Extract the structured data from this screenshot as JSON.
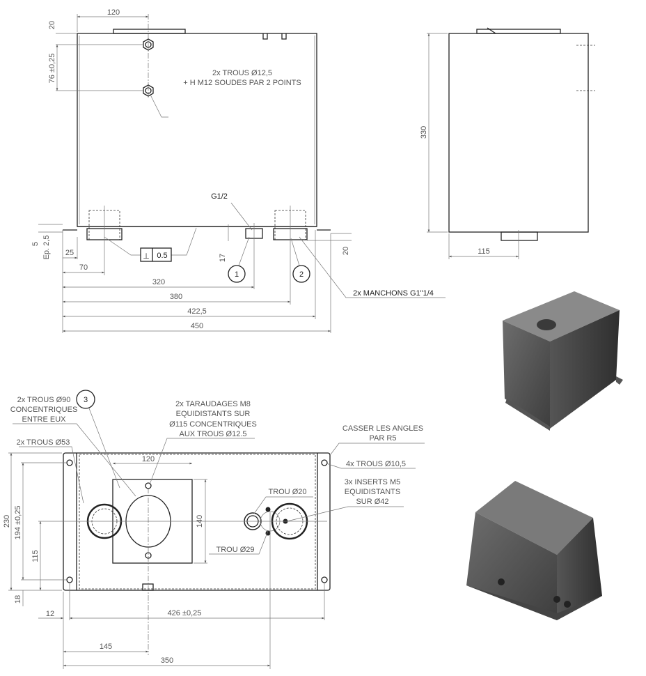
{
  "front_view": {
    "dim_top_offset": "120",
    "dim_top_plate": "20",
    "dim_nut_spacing": "76 ±0,25",
    "note_line1": "2x TROUS Ø12,5",
    "note_line2": "+ H M12 SOUDES PAR 2 POINTS",
    "thread_label": "G1/2",
    "dim_flange": "5",
    "dim_thickness": "Ep. 2,5",
    "dim_17": "17",
    "dim_20_right": "20",
    "flatness_symbol": "⊥",
    "flatness_value": "0.5",
    "balloon_1": "1",
    "balloon_2": "2",
    "manchons_label": "2x MANCHONS G1\"1/4",
    "dims_horizontal": [
      "25",
      "70",
      "320",
      "380",
      "422,5",
      "450"
    ]
  },
  "side_view": {
    "dim_height": "330",
    "dim_width": "115"
  },
  "bottom_view": {
    "trous90_line1": "2x TROUS Ø90",
    "trous90_line2": "CONCENTRIQUES",
    "trous90_line3": "ENTRE EUX",
    "balloon_3": "3",
    "taraudages_lines": [
      "2x TARAUDAGES M8",
      "EQUIDISTANTS SUR",
      "Ø115 CONCENTRIQUES",
      "AUX TROUS Ø12.5"
    ],
    "trous53": "2x TROUS Ø53",
    "casser_line1": "CASSER LES ANGLES",
    "casser_line2": "PAR R5",
    "trous105": "4x TROUS Ø10,5",
    "inserts_lines": [
      "3x INSERTS M5",
      "EQUIDISTANTS",
      "SUR Ø42"
    ],
    "trou20": "TROU Ø20",
    "trou29": "TROU Ø29",
    "dim_120": "120",
    "dim_140": "140",
    "dim_230": "230",
    "dim_194": "194 ±0,25",
    "dim_115": "115",
    "dim_18": "18",
    "dim_12": "12",
    "dim_426": "426 ±0,25",
    "dim_145": "145",
    "dim_350": "350"
  }
}
